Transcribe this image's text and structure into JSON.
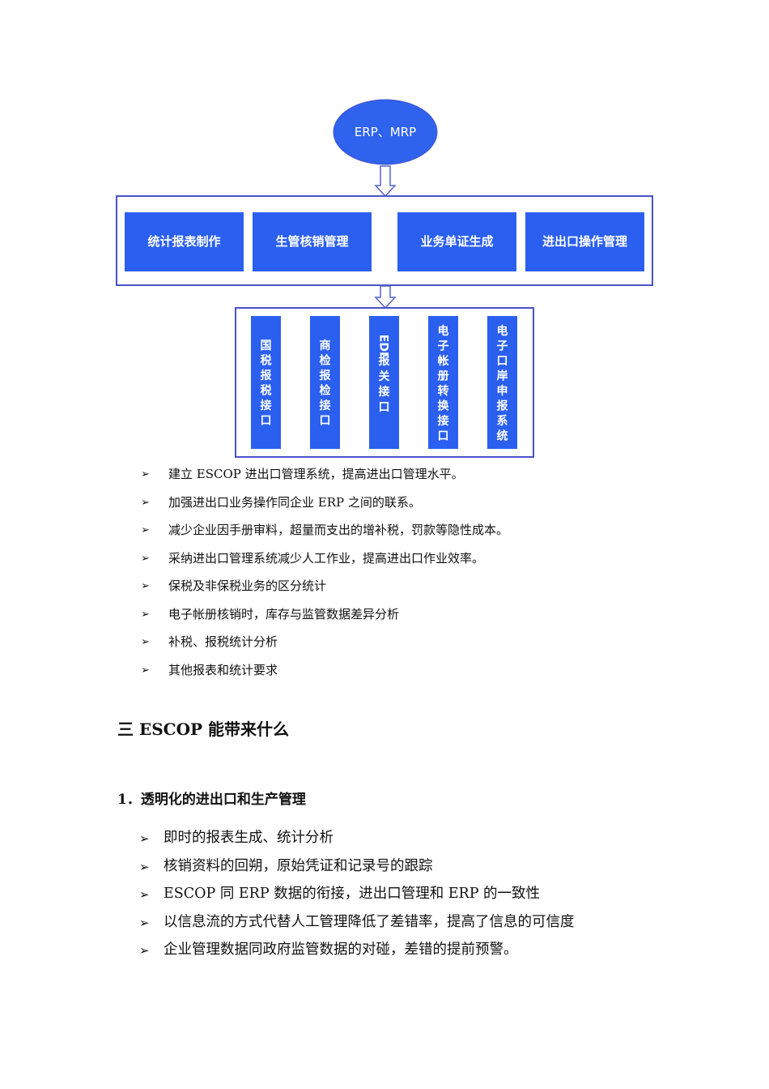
{
  "diagram": {
    "top_node": "ERP、MRP",
    "middle_boxes": [
      "统计报表制作",
      "生管核销管理",
      "业务单证生成",
      "进出口操作管理"
    ],
    "bottom_boxes": [
      [
        "国",
        "税",
        "报",
        "税",
        "接",
        "口"
      ],
      [
        "商",
        "检",
        "报",
        "检",
        "接",
        "口"
      ],
      [
        "EDI",
        "报",
        "关",
        "接",
        "口"
      ],
      [
        "电",
        "子",
        "帐",
        "册",
        "转",
        "换",
        "接",
        "口"
      ],
      [
        "电",
        "子",
        "口",
        "岸",
        "申",
        "报",
        "系",
        "统"
      ]
    ],
    "colors": {
      "box_fill": "#2b5ff0",
      "node_fill": "#2f63ee",
      "frame_stroke": "#4a52c8",
      "arrow_stroke": "#5566cc"
    }
  },
  "bullet_icon": "arrowhead-bullet-icon",
  "bullet_glyph": "➢",
  "list1": [
    "建立 ESCOP 进出口管理系统，提高进出口管理水平。",
    "加强进出口业务操作同企业 ERP 之间的联系。",
    "减少企业因手册审料，超量而支出的增补税，罚款等隐性成本。",
    "采纳进出口管理系统减少人工作业，提高进出口作业效率。",
    "保税及非保税业务的区分统计",
    "电子帐册核销时，库存与监管数据差异分析",
    "补税、报税统计分析",
    "其他报表和统计要求"
  ],
  "section_title": "三  ESCOP 能带来什么",
  "sub_title": "1．透明化的进出口和生产管理",
  "list2": [
    "即时的报表生成、统计分析",
    "核销资料的回朔，原始凭证和记录号的跟踪",
    "ESCOP 同 ERP 数据的衔接，进出口管理和 ERP 的一致性",
    "以信息流的方式代替人工管理降低了差错率，提高了信息的可信度",
    "企业管理数据同政府监管数据的对碰，差错的提前预警。"
  ]
}
